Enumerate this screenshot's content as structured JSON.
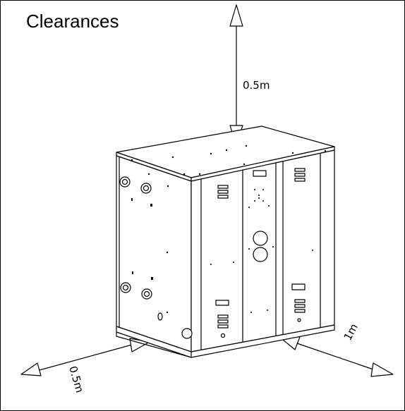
{
  "title": "Clearances",
  "clearances": {
    "top": "0.5m",
    "left": "0.5m",
    "right": "1m"
  }
}
